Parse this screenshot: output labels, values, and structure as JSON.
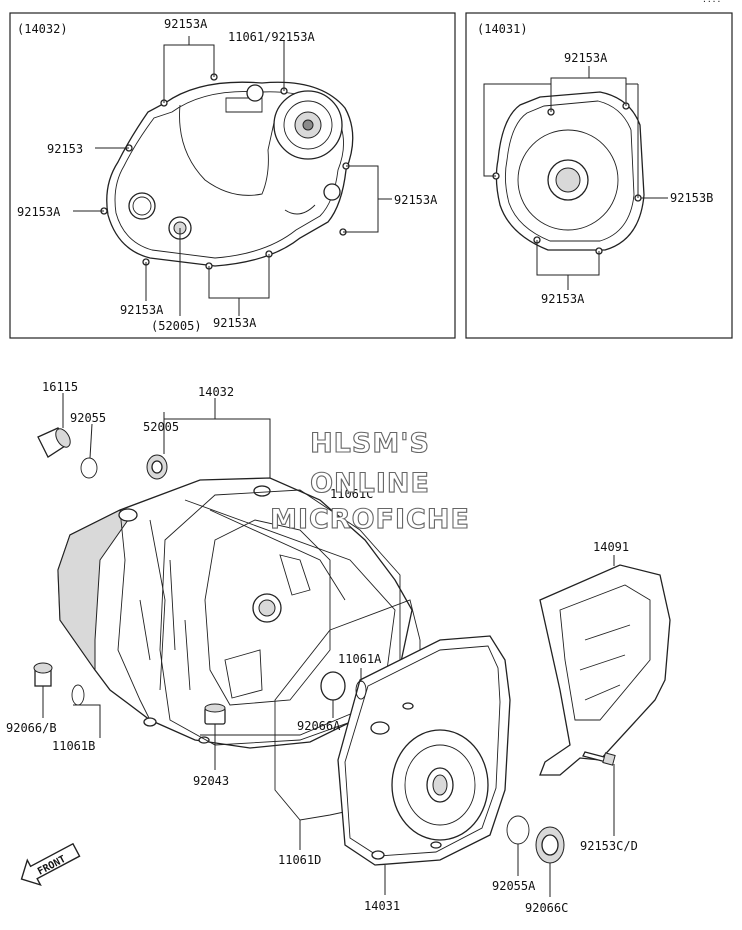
{
  "corner_mark": "····",
  "insets": {
    "left": {
      "code": "(14032)"
    },
    "right": {
      "code": "(14031)"
    }
  },
  "labels": {
    "inL_top": "92153A",
    "inL_topright": "11061/92153A",
    "inL_92153": "92153",
    "inL_left": "92153A",
    "inL_right": "92153A",
    "inL_bottom1": "92153A",
    "inL_52005": "(52005)",
    "inL_bottom2": "92153A",
    "inR_top": "92153A",
    "inR_right": "92153B",
    "inR_bottom": "92153A",
    "p16115": "16115",
    "p92055": "92055",
    "p14032": "14032",
    "p52005": "52005",
    "p11061C": "11061C",
    "p14091": "14091",
    "p92066B": "92066/B",
    "p11061B": "11061B",
    "p11061A": "11061A",
    "p92066A": "92066A",
    "p92043": "92043",
    "p11061D": "11061D",
    "p14031": "14031",
    "p92153CD": "92153C/D",
    "p92055A": "92055A",
    "p92066C": "92066C"
  },
  "watermark": {
    "line1": "HLSM'S",
    "line2": "ONLINE",
    "line3": "MICROFICHE"
  },
  "front_arrow": "FRONT"
}
